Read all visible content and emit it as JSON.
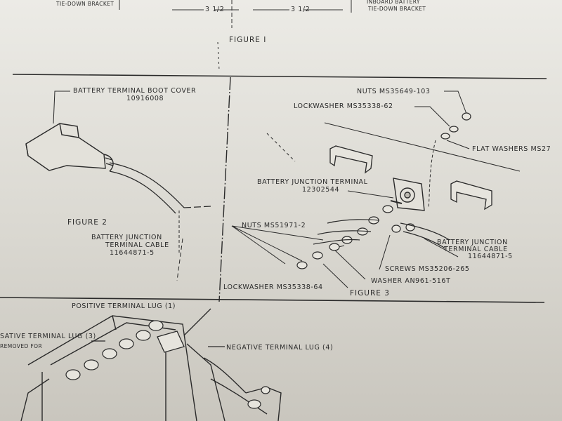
{
  "figure1": {
    "caption": "FIGURE I",
    "dim_left": "3 1/2",
    "dim_right": "3 1/2",
    "label_left_partial": "TIE-DOWN BRACKET",
    "label_right_line1": "INBOARD BATTERY",
    "label_right_line2": "TIE-DOWN BRACKET"
  },
  "figure2": {
    "caption": "FIGURE 2",
    "boot_cover_name": "BATTERY TERMINAL BOOT COVER",
    "boot_cover_part": "10916008",
    "cable_line1": "BATTERY JUNCTION",
    "cable_line2": "TERMINAL CABLE",
    "cable_part": "11644871-5"
  },
  "figure3": {
    "caption": "FIGURE 3",
    "nuts_top": "NUTS MS35649-103",
    "lockwasher_top": "LOCKWASHER MS35338-62",
    "flat_washers": "FLAT WASHERS MS27",
    "junction_terminal": "BATTERY JUNCTION TERMINAL",
    "junction_terminal_part": "12302544",
    "nuts_left": "NUTS MS51971-2",
    "cable_line1": "BATTERY JUNCTION",
    "cable_line2": "TERMINAL CABLE",
    "cable_part": "11644871-5",
    "screws": "SCREWS MS35206-265",
    "washer": "WASHER AN961-516T",
    "lockwasher_bottom": "LOCKWASHER MS35338-64"
  },
  "figure4": {
    "positive_lug": "POSITIVE TERMINAL LUG (1)",
    "negative_lug_partial": "SATIVE TERMINAL LUG (3)",
    "removed_note_line1": "REMOVED FOR",
    "negative_lug": "NEGATIVE TERMINAL LUG (4)"
  }
}
